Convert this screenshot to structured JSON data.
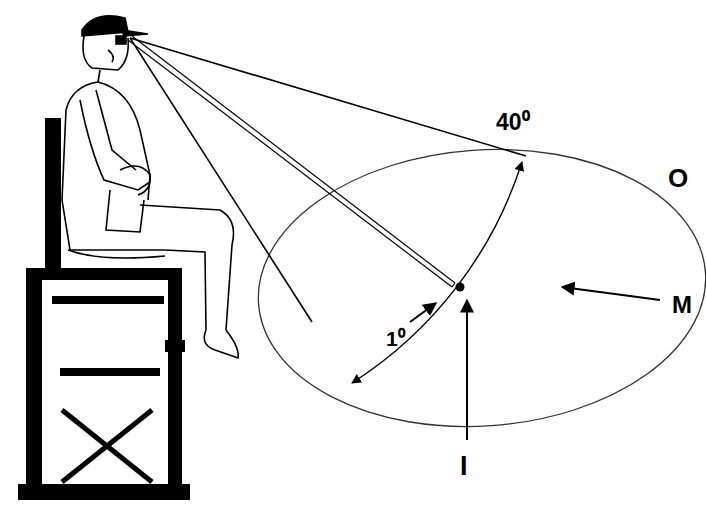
{
  "diagram": {
    "labels": [
      "40⁰",
      "1⁰",
      "O",
      "M",
      "I"
    ]
  }
}
